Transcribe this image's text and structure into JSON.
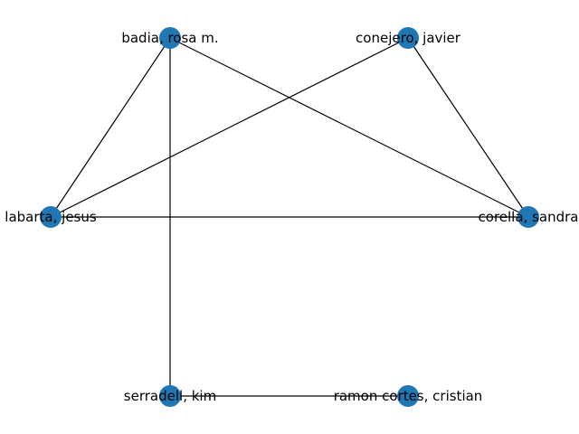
{
  "graph": {
    "node_color": "#1f77b4",
    "edge_color": "#000000",
    "nodes": [
      {
        "id": "badia",
        "label": "badia, rosa m."
      },
      {
        "id": "conejero",
        "label": "conejero, javier"
      },
      {
        "id": "labarta",
        "label": "labarta, jesus"
      },
      {
        "id": "corella",
        "label": "corella, sandra"
      },
      {
        "id": "serradell",
        "label": "serradell, kim"
      },
      {
        "id": "ramon",
        "label": "ramon cortes, cristian"
      }
    ],
    "edges": [
      [
        "badia",
        "labarta"
      ],
      [
        "badia",
        "corella"
      ],
      [
        "badia",
        "serradell"
      ],
      [
        "conejero",
        "labarta"
      ],
      [
        "conejero",
        "corella"
      ],
      [
        "labarta",
        "corella"
      ],
      [
        "serradell",
        "ramon"
      ]
    ]
  }
}
